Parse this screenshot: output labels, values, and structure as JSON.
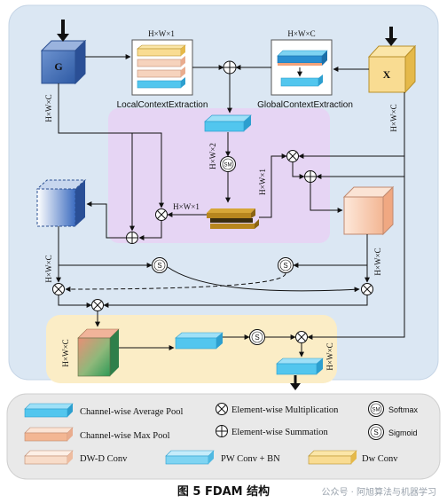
{
  "blocks": {
    "g_label": "G",
    "x_label": "X",
    "dim_hw1": "H×W×1",
    "dim_hwc": "H×W×C",
    "dim_hwc2": "H×W×C",
    "dim_hw_c2": "H×W×2",
    "dim_hw1_b": "H×W×1",
    "dim_hw1_c": "H×W×1",
    "dim_g_side": "H×W×C",
    "dim_x_side": "H×W×C",
    "dim_left_mid": "H×W×C",
    "dim_right_mid": "H×W×C",
    "dim_bottom_left": "H×W×C",
    "dim_bottom_right": "H×W×C",
    "local_label": "LocalContextExtraction",
    "global_label": "GlobalContextExtraction",
    "sm": "SM",
    "s": "S"
  },
  "legend": {
    "avg_pool": "Channel-wise Average Pool",
    "mult": "Element-wise Multiplication",
    "softmax": "Softmax",
    "max_pool": "Channel-wise Max Pool",
    "sum": "Element-wise Summation",
    "sigmoid": "Sigmoid",
    "dwd_conv": "DW-D Conv",
    "pw_conv": "PW Conv + BN",
    "dw_conv": "Dw Conv",
    "sm_icon": "SM",
    "s_icon": "S"
  },
  "caption": "图 5   FDAM 结构",
  "watermark": "公众号 · 阿旭算法与机器学习",
  "colors": {
    "outer_bg": "#dbe7f3",
    "purple_region": "#e6d5f4",
    "yellow_region": "#fbedc6",
    "legend_bg": "#e9e9e9",
    "cyan": "#52c6ee",
    "cyan_dark": "#2d9fcf",
    "peach": "#f6d3bd",
    "yellow_block": "#f9dc92",
    "blue_block": "#4f76b8",
    "gold": "#b78b25"
  }
}
